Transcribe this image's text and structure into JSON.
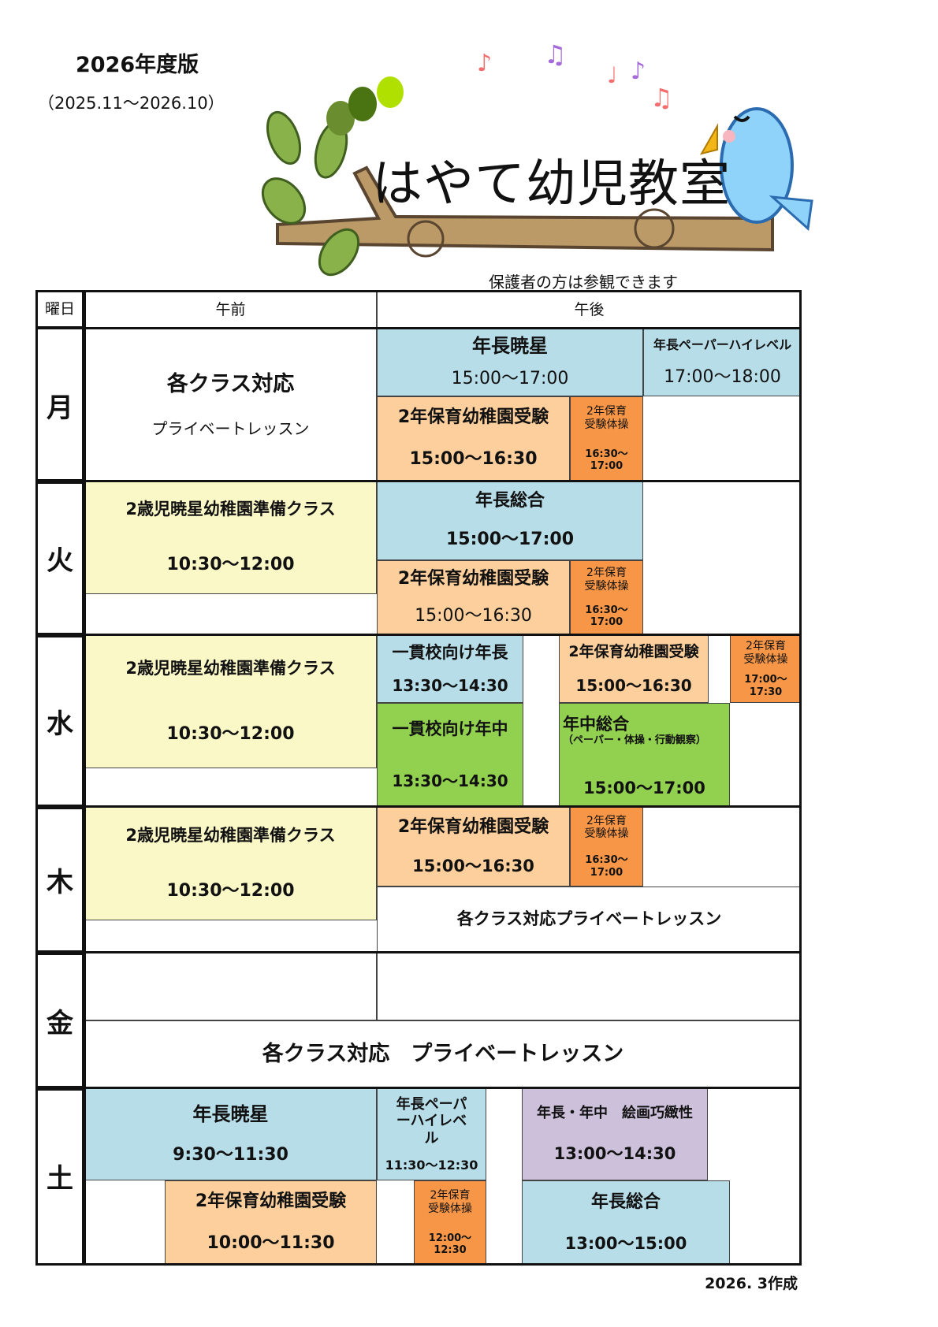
{
  "header": {
    "edition": "2026年度版",
    "period": "（2025.11～2026.10）",
    "school_name": "はやて幼児教室",
    "note": "保護者の方は参観できます",
    "created": "2026. 3作成"
  },
  "table_header": {
    "day": "曜日",
    "am": "午前",
    "pm": "午後"
  },
  "days": {
    "mon": "月",
    "tue": "火",
    "wed": "水",
    "thu": "木",
    "fri": "金",
    "sat": "土"
  },
  "mon": {
    "am_title": "各クラス対応",
    "am_sub": "プライベートレッスン",
    "a_title": "年長暁星",
    "a_time": "15:00～17:00",
    "b_title": "年長ペーパーハイレベル",
    "b_time": "17:00～18:00",
    "c_title": "2年保育幼稚園受験",
    "c_time": "15:00～16:30",
    "d_title": "2年保育受験体操",
    "d_time": "16:30～17:00"
  },
  "tue": {
    "am_title": "2歳児暁星幼稚園準備クラス",
    "am_time": "10:30～12:00",
    "a_title": "年長総合",
    "a_time": "15:00～17:00",
    "c_title": "2年保育幼稚園受験",
    "c_time": "15:00～16:30",
    "d_title": "2年保育受験体操",
    "d_time": "16:30～17:00"
  },
  "wed": {
    "am_title": "2歳児暁星幼稚園準備クラス",
    "am_time": "10:30～12:00",
    "a_title": "一貫校向け年長",
    "a_time": "13:30～14:30",
    "b_title": "一貫校向け年中",
    "b_time": "13:30～14:30",
    "c_title": "2年保育幼稚園受験",
    "c_time": "15:00～16:30",
    "d_title": "2年保育受験体操",
    "d_time": "17:00～17:30",
    "e_title": "年中総合",
    "e_sub": "（ペーパー・体操・行動観察）",
    "e_time": "15:00～17:00"
  },
  "thu": {
    "am_title": "2歳児暁星幼稚園準備クラス",
    "am_time": "10:30～12:00",
    "c_title": "2年保育幼稚園受験",
    "c_time": "15:00～16:30",
    "d_title": "2年保育受験体操",
    "d_time": "16:30～17:00",
    "pm_private": "各クラス対応プライベートレッスン"
  },
  "fri": {
    "private": "各クラス対応　プライベートレッスン"
  },
  "sat": {
    "a_title": "年長暁星",
    "a_time": "9:30～11:30",
    "b_title": "年長ペーパーハイレベル",
    "b_time": "11:30～12:30",
    "c_title": "年長・年中　絵画巧緻性",
    "c_time": "13:00～14:30",
    "d_title": "2年保育幼稚園受験",
    "d_time": "10:00～11:30",
    "e_title": "2年保育受験体操",
    "e_time": "12:00～12:30",
    "f_title": "年長総合",
    "f_time": "13:00～15:00"
  }
}
